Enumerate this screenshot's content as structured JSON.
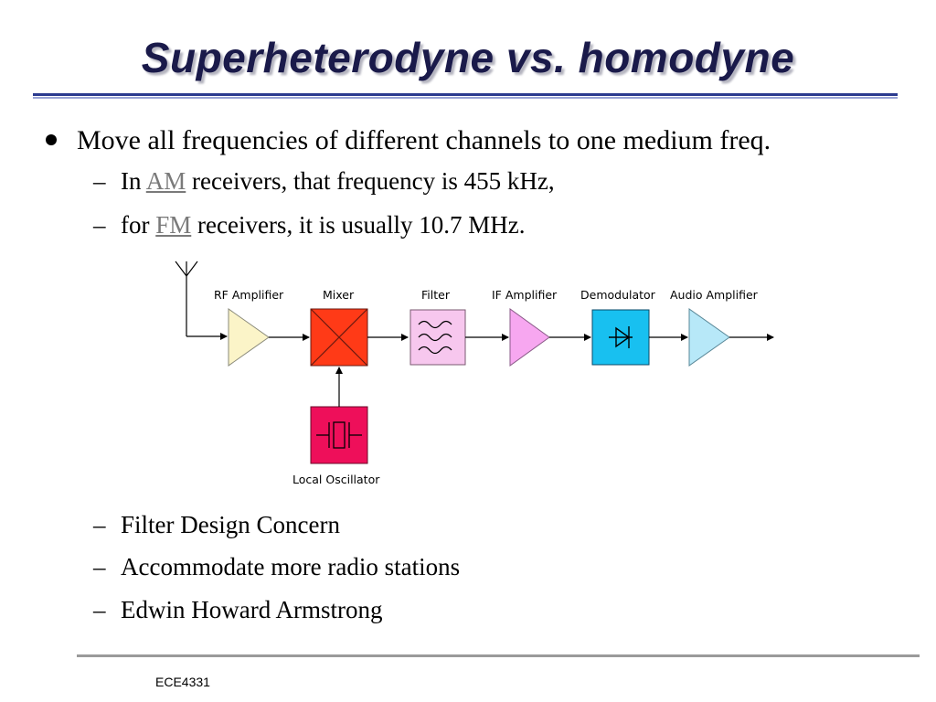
{
  "slide": {
    "title": "Superheterodyne vs. homodyne",
    "main_bullet": "Move all frequencies of different channels to one medium freq.",
    "sub_top": [
      {
        "pre": "In ",
        "link": "AM",
        "post": " receivers, that frequency is 455 kHz,"
      },
      {
        "pre": "for ",
        "link": "FM",
        "post": " receivers, it is usually 10.7 MHz."
      }
    ],
    "sub_bottom": [
      "Filter Design Concern",
      "Accommodate more radio stations",
      "Edwin Howard Armstrong"
    ],
    "footer": "ECE4331"
  },
  "diagram": {
    "labels": {
      "rf_amplifier": "RF Amplifier",
      "mixer": "Mixer",
      "filter": "Filter",
      "if_amplifier": "IF Amplifier",
      "demodulator": "Demodulator",
      "audio_amplifier": "Audio Amplifier",
      "local_oscillator": "Local Oscillator"
    },
    "colors": {
      "rf_amplifier": "#fbf4c8",
      "mixer": "#ff3a17",
      "filter": "#f7c7ee",
      "if_amplifier": "#f7a7f0",
      "demodulator": "#18c0f0",
      "audio_amplifier": "#b7e8f8",
      "local_oscillator": "#ee0f5a"
    }
  },
  "colors": {
    "title": "#1a1a4a",
    "title_rule": "#2b3a8f",
    "link": "#7a7a7a",
    "footer_rule": "#9a9a9a"
  }
}
